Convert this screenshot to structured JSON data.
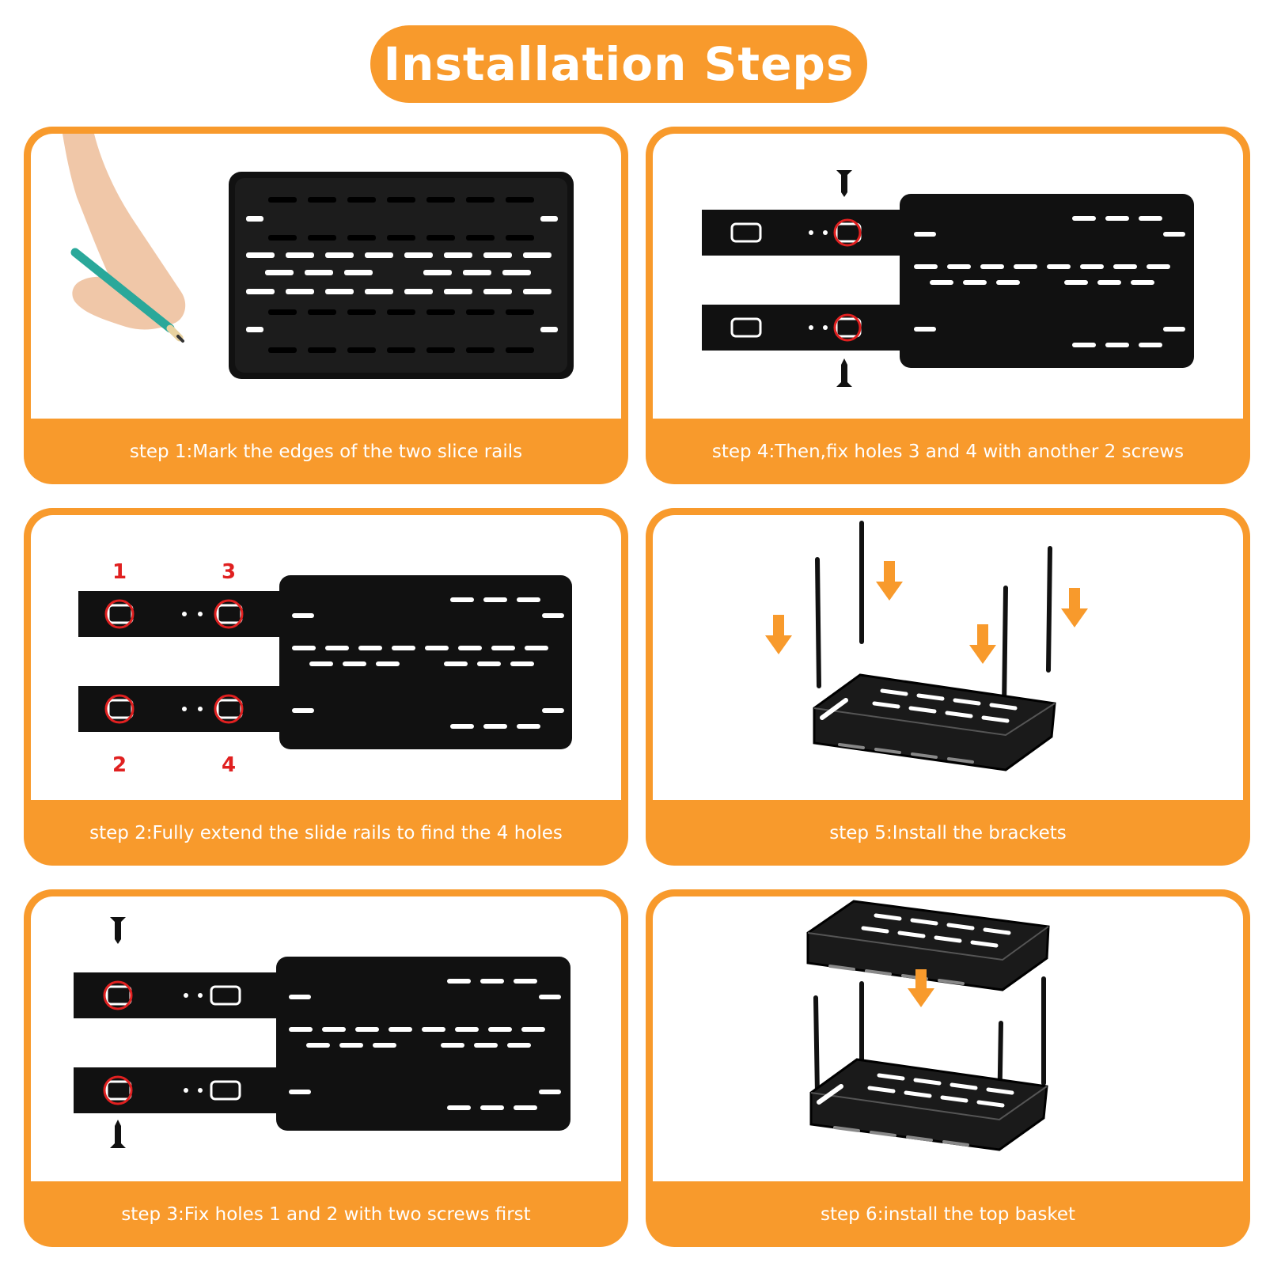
{
  "title": "Installation Steps",
  "colors": {
    "accent": "#f89a2c",
    "product": "#111111",
    "marker": "#e02020",
    "background": "#ffffff"
  },
  "steps": [
    {
      "caption": "step 1:Mark the edges of the two slice rails"
    },
    {
      "caption": "step 2:Fully extend the slide rails to find the 4 holes",
      "hole_labels": [
        "1",
        "3",
        "2",
        "4"
      ]
    },
    {
      "caption": "step 3:Fix holes 1 and 2 with two screws first"
    },
    {
      "caption": "step 4:Then,fix holes 3 and 4 with another 2 screws"
    },
    {
      "caption": "step 5:Install the brackets"
    },
    {
      "caption": "step 6:install the top basket"
    }
  ]
}
